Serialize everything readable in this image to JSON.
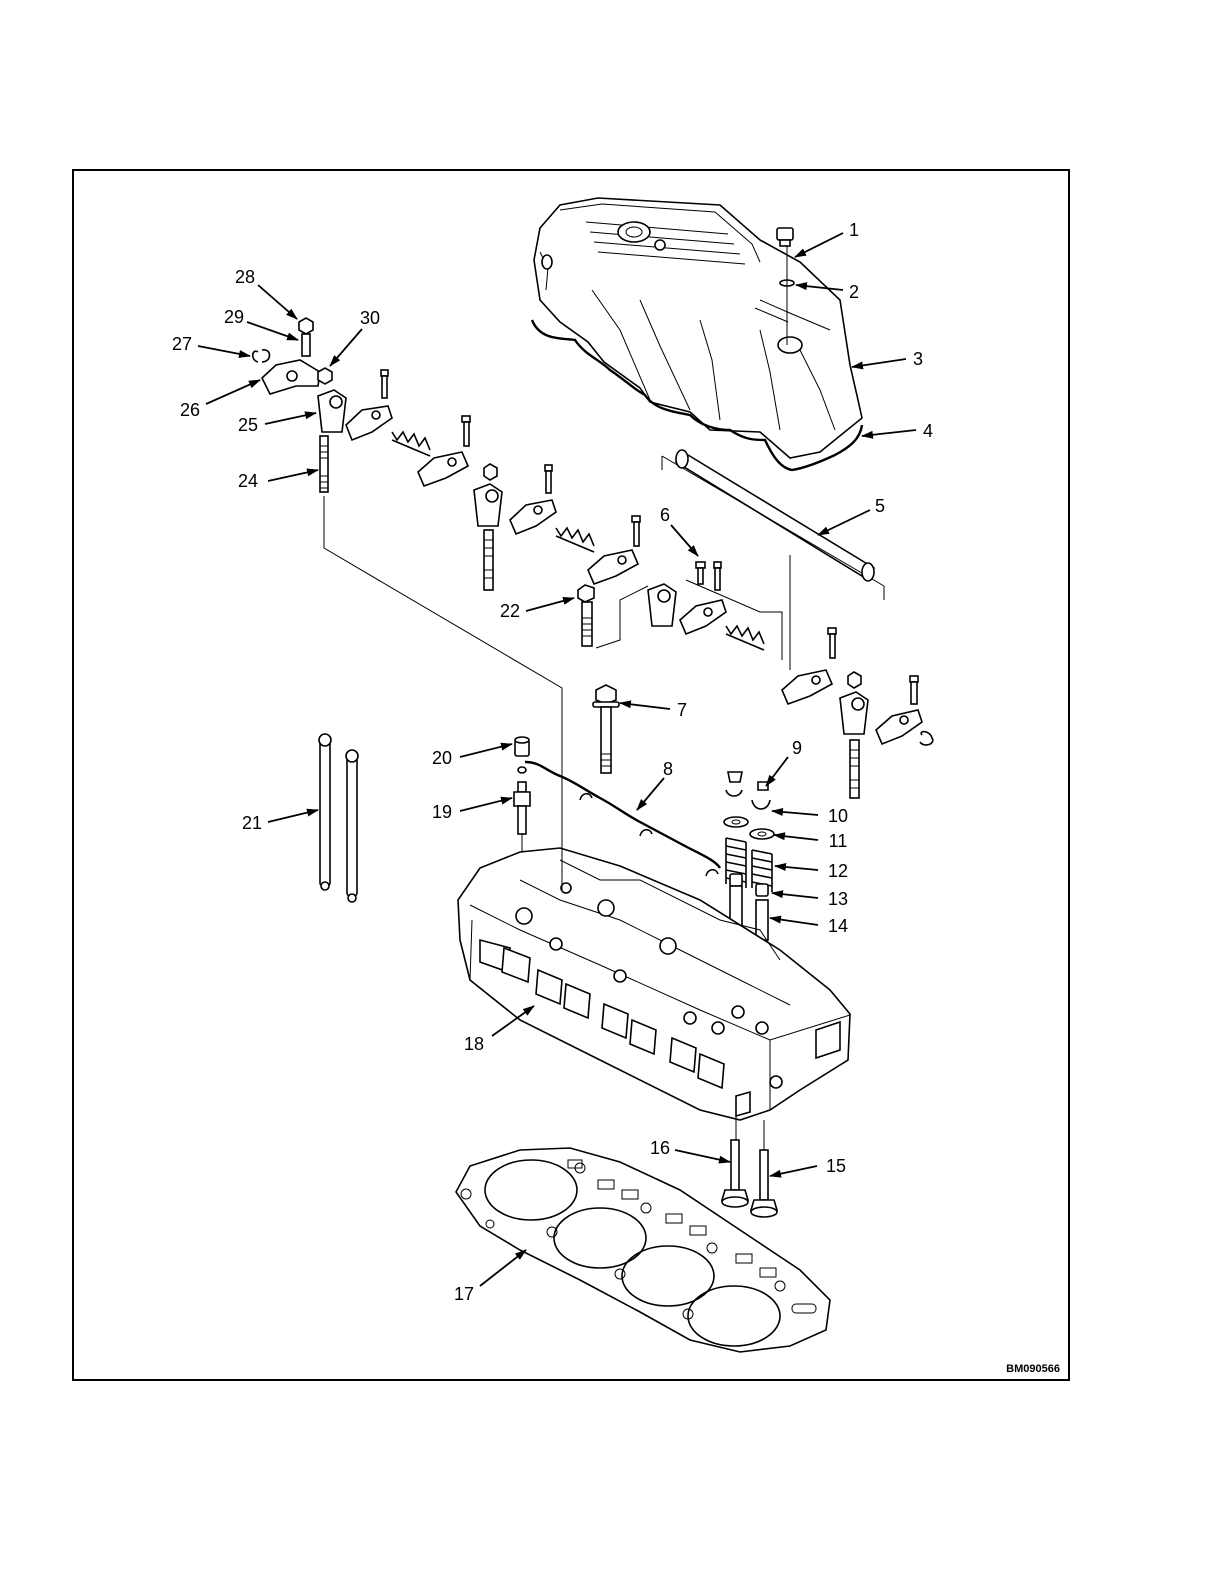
{
  "figure": {
    "code": "BM090566",
    "colors": {
      "line": "#000000",
      "background": "#ffffff"
    }
  },
  "callouts": [
    {
      "id": "c1",
      "label": "1"
    },
    {
      "id": "c2",
      "label": "2"
    },
    {
      "id": "c3",
      "label": "3"
    },
    {
      "id": "c4",
      "label": "4"
    },
    {
      "id": "c5",
      "label": "5"
    },
    {
      "id": "c6",
      "label": "6"
    },
    {
      "id": "c7",
      "label": "7"
    },
    {
      "id": "c8",
      "label": "8"
    },
    {
      "id": "c9",
      "label": "9"
    },
    {
      "id": "c10",
      "label": "10"
    },
    {
      "id": "c11",
      "label": "11"
    },
    {
      "id": "c12",
      "label": "12"
    },
    {
      "id": "c13",
      "label": "13"
    },
    {
      "id": "c14",
      "label": "14"
    },
    {
      "id": "c15",
      "label": "15"
    },
    {
      "id": "c16",
      "label": "16"
    },
    {
      "id": "c17",
      "label": "17"
    },
    {
      "id": "c18",
      "label": "18"
    },
    {
      "id": "c19",
      "label": "19"
    },
    {
      "id": "c20",
      "label": "20"
    },
    {
      "id": "c21",
      "label": "21"
    },
    {
      "id": "c22",
      "label": "22"
    },
    {
      "id": "c24",
      "label": "24"
    },
    {
      "id": "c25",
      "label": "25"
    },
    {
      "id": "c26",
      "label": "26"
    },
    {
      "id": "c27",
      "label": "27"
    },
    {
      "id": "c28",
      "label": "28"
    },
    {
      "id": "c29",
      "label": "29"
    },
    {
      "id": "c30",
      "label": "30"
    }
  ]
}
